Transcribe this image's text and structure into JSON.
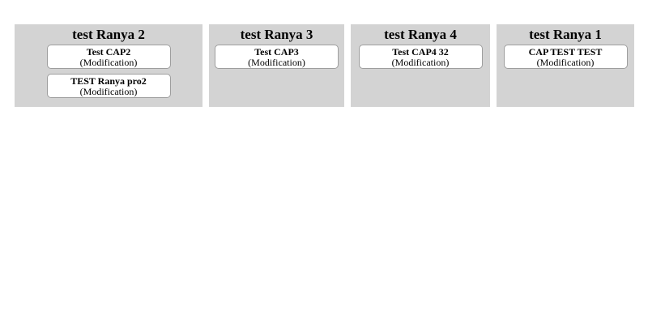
{
  "colors": {
    "page_bg": "#ffffff",
    "panel_bg": "#d3d3d3",
    "card_bg": "#ffffff",
    "card_border": "#9e9e9e",
    "text": "#000000"
  },
  "columns": [
    {
      "title": "test Ranya 2",
      "cards": [
        {
          "title": "Test CAP2",
          "subtitle": "(Modification)"
        },
        {
          "title": "TEST Ranya pro2",
          "subtitle": "(Modification)"
        }
      ]
    },
    {
      "title": "test Ranya 3",
      "cards": [
        {
          "title": "Test CAP3",
          "subtitle": "(Modification)"
        }
      ]
    },
    {
      "title": "test Ranya 4",
      "cards": [
        {
          "title": "Test CAP4 32",
          "subtitle": "(Modification)"
        }
      ]
    },
    {
      "title": "test Ranya 1",
      "cards": [
        {
          "title": "CAP TEST TEST",
          "subtitle": "(Modification)"
        }
      ]
    }
  ]
}
